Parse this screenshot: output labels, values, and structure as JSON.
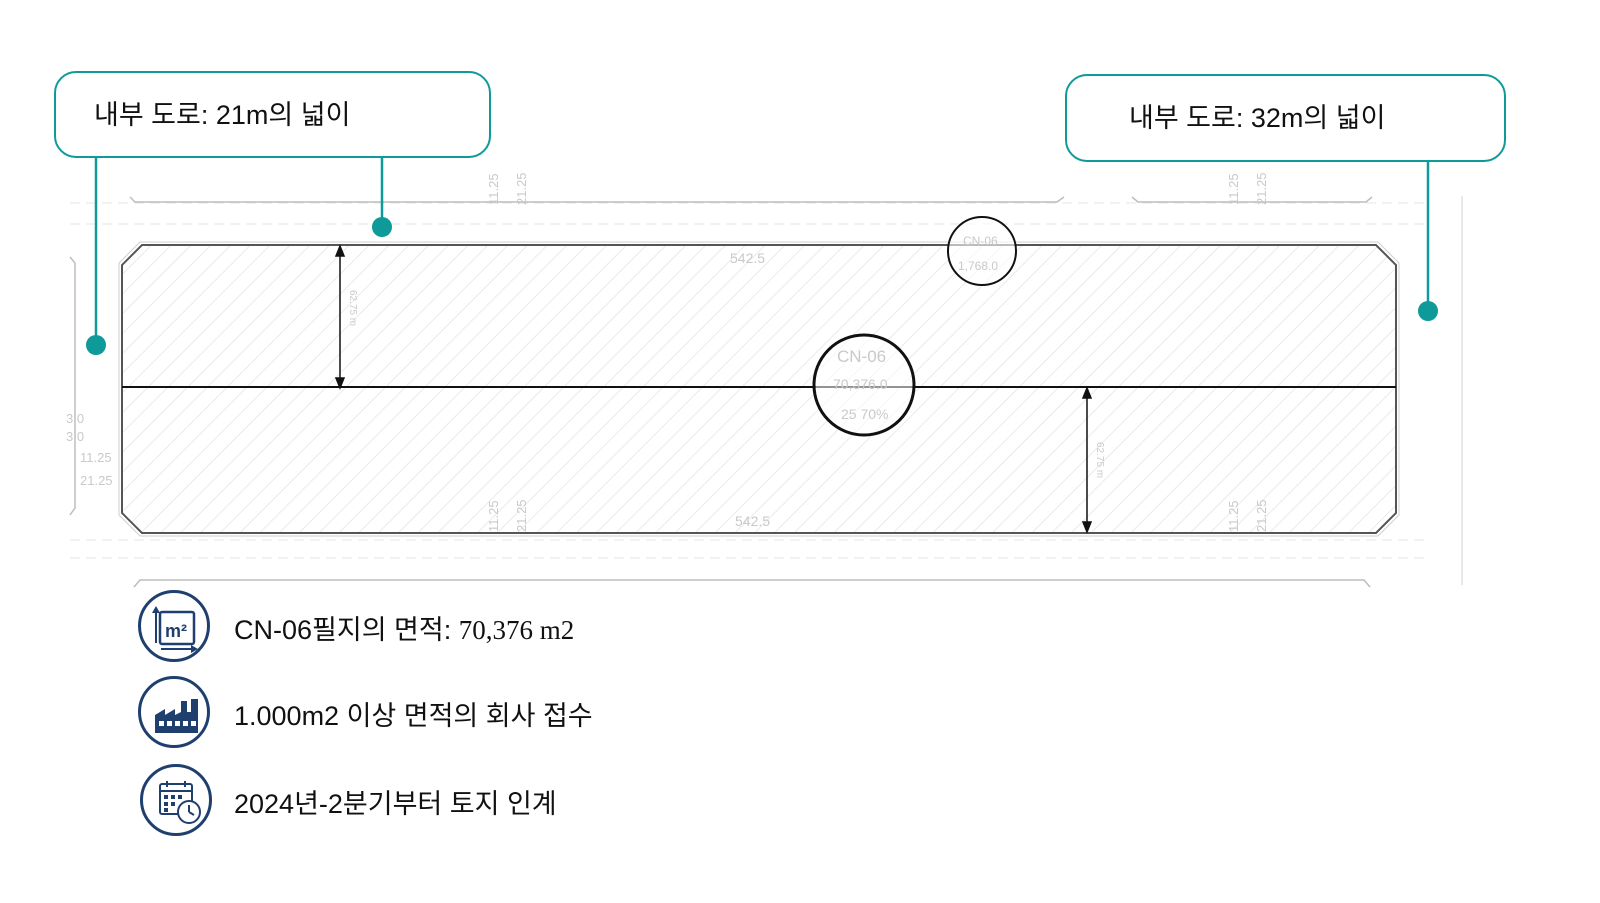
{
  "callouts": {
    "left": {
      "text": "내부 도로: 21m의 넓이"
    },
    "right": {
      "text": "내부 도로: 32m의 넓이"
    }
  },
  "colors": {
    "accent_teal": "#0f9a9a",
    "icon_navy": "#1f3f6e",
    "plan_line": "#555555",
    "plan_faint": "#d0d0d0"
  },
  "plan": {
    "center_label": "CN-06",
    "center_area": "70,376.0",
    "center_sub": "25 70%",
    "top_circle_label": "CN-06",
    "top_circle_area": "1,768.0",
    "top_length": "542.5",
    "bottom_length": "542.5",
    "dim_upper": "62.75 m",
    "dim_lower": "62.75 m",
    "road_dims": [
      "3.0",
      "3.0",
      "11.25",
      "21.25"
    ]
  },
  "info": [
    {
      "icon": "area-m2-icon",
      "text": "CN-06필지의 면적: ",
      "value": "70,376 m2"
    },
    {
      "icon": "factory-icon",
      "text": "1.000m2 이상 면적의 회사 접수"
    },
    {
      "icon": "calendar-clock-icon",
      "text": "2024년-2분기부터 토지 인계"
    }
  ]
}
